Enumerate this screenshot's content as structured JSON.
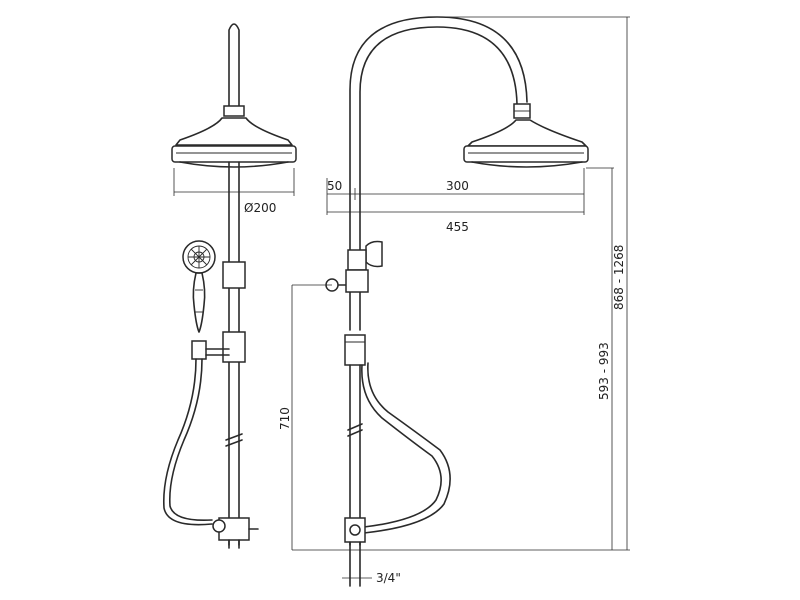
{
  "dimensions": {
    "diameter": "Ø200",
    "offset_small": "50",
    "arm_reach": "300",
    "total_reach": "455",
    "valve_height": "710",
    "head_height": "593 - 993",
    "overall_height": "868 - 1268",
    "connection": "3/4\""
  }
}
